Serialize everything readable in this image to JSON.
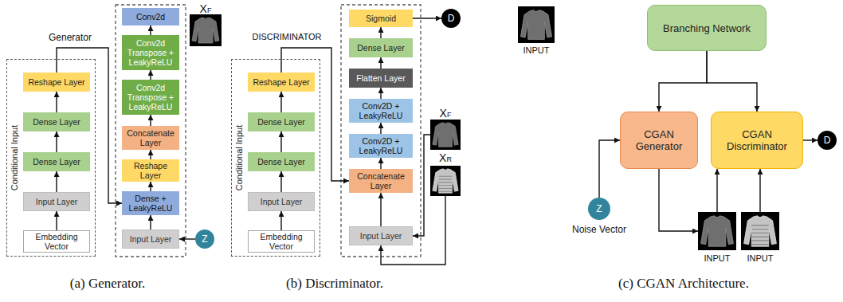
{
  "diagram": {
    "nodes": [
      {
        "text": [
          "Conditional Input"
        ]
      },
      {
        "text": [
          "Embedding Vector"
        ],
        "in": 0
      },
      {
        "text": [
          "Input Layer"
        ],
        "in": 0
      },
      {
        "text": [
          "Dense Layer"
        ],
        "in": 0
      },
      {
        "text": [
          "Dense Layer"
        ],
        "in": 0
      },
      {
        "text": [
          "Reshape Layer"
        ],
        "in": 0
      },
      {
        "text": [
          "Input Layer"
        ]
      },
      {
        "text": [
          "Dense + LeakyReLU"
        ]
      },
      {
        "text": [
          "Reshape Layer"
        ]
      },
      {
        "text": [
          "Concatenate Layer"
        ]
      },
      {
        "text": [
          "Conv2d Transpose + LeakyReLU"
        ]
      },
      {
        "text": [
          "Conv2d Transpose + LeakyReLU"
        ]
      },
      {
        "text": [
          "Conv2d"
        ]
      },
      {
        "text": [
          "Z"
        ]
      },
      {
        "text": [
          "Conditional Input"
        ]
      },
      {
        "text": [
          "Embedding Vector"
        ],
        "in": 14
      },
      {
        "text": [
          "Input Layer"
        ],
        "in": 14
      },
      {
        "text": [
          "Dense Layer"
        ],
        "in": 14
      },
      {
        "text": [
          "Dense Layer"
        ],
        "in": 14
      },
      {
        "text": [
          "Reshape Layer"
        ],
        "in": 14
      },
      {
        "text": [
          "Input Layer"
        ]
      },
      {
        "text": [
          "Concatenate Layer"
        ]
      },
      {
        "text": [
          "Conv2D + LeakyReLU"
        ]
      },
      {
        "text": [
          "Conv2D + LeakyReLU"
        ]
      },
      {
        "text": [
          "Flatten Layer"
        ]
      },
      {
        "text": [
          "Dense Layer"
        ]
      },
      {
        "text": [
          "Sigmoid"
        ]
      },
      {
        "text": [
          "D"
        ]
      },
      {
        "text": [
          "Branching Network"
        ]
      },
      {
        "text": [
          "CGAN Generator"
        ]
      },
      {
        "text": [
          "CGAN Discriminator"
        ]
      },
      {
        "text": [
          "D"
        ]
      },
      {
        "text": [
          "Z"
        ]
      }
    ],
    "edges": [
      {
        "from": 1,
        "to": 2,
        "arrow": "to"
      },
      {
        "from": 2,
        "to": 3,
        "arrow": "to"
      },
      {
        "from": 3,
        "to": 4,
        "arrow": "to"
      },
      {
        "from": 4,
        "to": 5,
        "arrow": "to"
      },
      {
        "from": 5,
        "to": 7,
        "arrow": "to"
      },
      {
        "from": 13,
        "to": 6,
        "arrow": "to"
      },
      {
        "from": 6,
        "to": 7,
        "arrow": "to"
      },
      {
        "from": 7,
        "to": 8,
        "arrow": "to"
      },
      {
        "from": 8,
        "to": 9,
        "arrow": "to"
      },
      {
        "from": 9,
        "to": 10,
        "arrow": "to"
      },
      {
        "from": 10,
        "to": 11,
        "arrow": "to"
      },
      {
        "from": 11,
        "to": 12,
        "arrow": "to"
      },
      {
        "from": 15,
        "to": 16,
        "arrow": "to"
      },
      {
        "from": 16,
        "to": 17,
        "arrow": "to"
      },
      {
        "from": 17,
        "to": 18,
        "arrow": "to"
      },
      {
        "from": 18,
        "to": 19,
        "arrow": "to"
      },
      {
        "from": 19,
        "to": 21,
        "arrow": "to"
      },
      {
        "from": 20,
        "to": 21,
        "arrow": "to"
      },
      {
        "from": 21,
        "to": 22,
        "arrow": "to"
      },
      {
        "from": 22,
        "to": 23,
        "arrow": "to"
      },
      {
        "from": 23,
        "to": 24,
        "arrow": "to"
      },
      {
        "from": 24,
        "to": 25,
        "arrow": "to"
      },
      {
        "from": 25,
        "to": 26,
        "arrow": "to"
      },
      {
        "from": 26,
        "to": 27,
        "arrow": "to"
      },
      {
        "from": 28,
        "to": 29,
        "arrow": "to"
      },
      {
        "from": 28,
        "to": 30,
        "arrow": "to"
      },
      {
        "from": 32,
        "to": 29,
        "arrow": "to"
      },
      {
        "from": 30,
        "to": 31,
        "arrow": "to"
      }
    ],
    "labels": [
      "Generator",
      "XF",
      "DISCRIMINATOR",
      "XF",
      "XR",
      "INPUT",
      "Noise Vector",
      "INPUT",
      "INPUT",
      "(a) Generator.",
      "(b) Discriminator.",
      "(c) CGAN Architecture."
    ]
  }
}
